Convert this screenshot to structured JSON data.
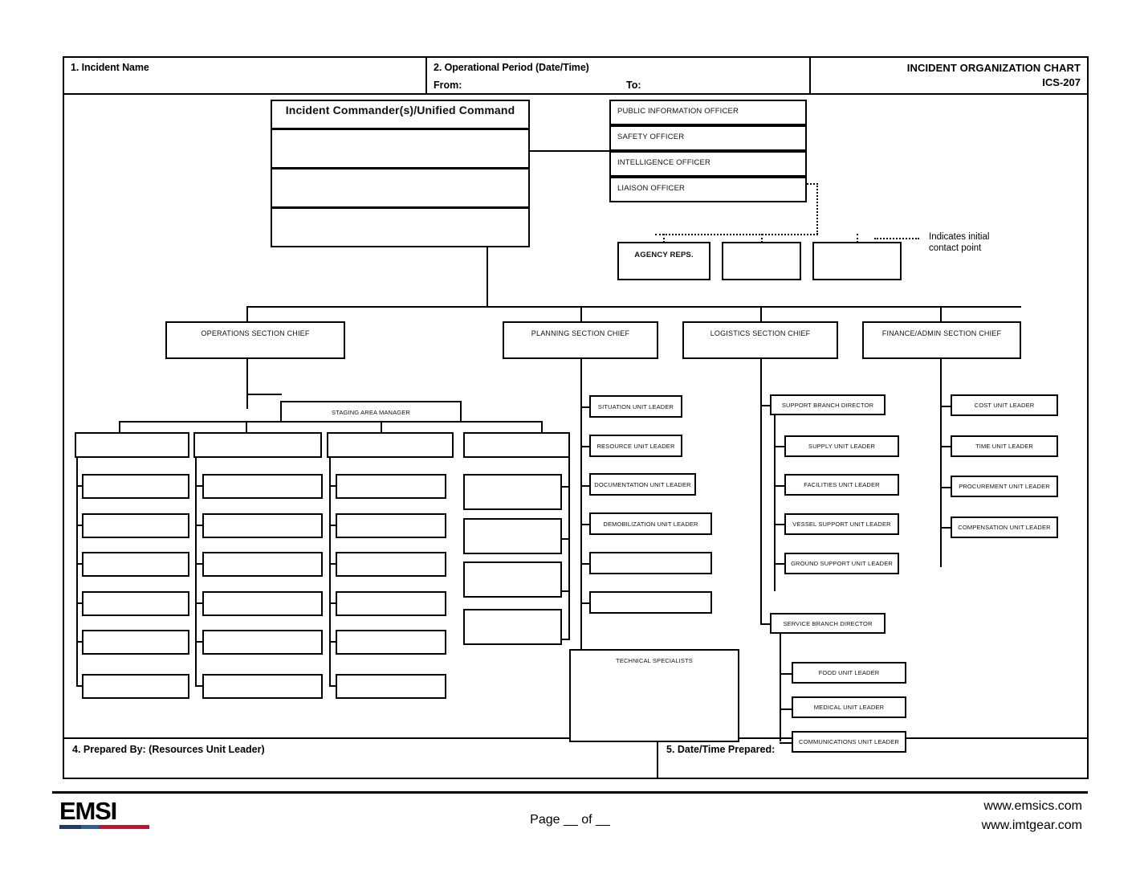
{
  "form": {
    "header": {
      "field1_label": "1.  Incident Name",
      "field2_label": "2. Operational Period (Date/Time)",
      "from_label": "From:",
      "to_label": "To:",
      "title": "INCIDENT ORGANIZATION CHART",
      "form_number": "ICS-207"
    },
    "footer": {
      "field4_label": "4.  Prepared By: (Resources Unit Leader)",
      "field5_label": "5.  Date/Time Prepared:"
    },
    "page_footer": {
      "logo_text": "EMSI",
      "logo_bar_colors": [
        "#1f3a66",
        "#2e5f9e",
        "#c8102e",
        "#c8102e"
      ],
      "page_text": "Page __ of __",
      "site1": "www.emsics.com",
      "site2": "www.imtgear.com"
    }
  },
  "chart": {
    "legend": {
      "text": "Indicates initial\ncontact point"
    },
    "command": {
      "title": "Incident Commander(s)/Unified Command",
      "blank_rows": 3
    },
    "command_staff": [
      {
        "label": "PUBLIC INFORMATION OFFICER"
      },
      {
        "label": "SAFETY OFFICER"
      },
      {
        "label": "INTELLIGENCE OFFICER"
      },
      {
        "label": "LIAISON OFFICER"
      }
    ],
    "agency_reps": [
      {
        "label": "AGENCY REPS."
      },
      {
        "label": ""
      },
      {
        "label": ""
      }
    ],
    "sections": [
      {
        "label": "OPERATIONS SECTION CHIEF"
      },
      {
        "label": "PLANNING SECTION CHIEF"
      },
      {
        "label": "LOGISTICS SECTION CHIEF"
      },
      {
        "label": "FINANCE/ADMIN SECTION CHIEF"
      }
    ],
    "operations": {
      "staging": "STAGING AREA MANAGER",
      "branch_headers": [
        "",
        "",
        "",
        ""
      ],
      "col1": [
        "",
        "",
        "",
        "",
        "",
        ""
      ],
      "col2": [
        "",
        "",
        "",
        "",
        "",
        ""
      ],
      "col3": [
        "",
        "",
        "",
        "",
        "",
        ""
      ],
      "col4": [
        "",
        "",
        "",
        "",
        ""
      ]
    },
    "planning": {
      "units": [
        {
          "label": "SITUATION UNIT LEADER"
        },
        {
          "label": "RESOURCE  UNIT LEADER"
        },
        {
          "label": "DOCUMENTATION UNIT LEADER"
        },
        {
          "label": "DEMOBILIZATION UNIT LEADER"
        },
        {
          "label": ""
        },
        {
          "label": ""
        }
      ],
      "tech_specialists": "TECHNICAL SPECIALISTS"
    },
    "logistics": {
      "support_branch": "SUPPORT BRANCH DIRECTOR",
      "support_units": [
        {
          "label": "SUPPLY  UNIT LEADER"
        },
        {
          "label": "FACILITIES UNIT LEADER"
        },
        {
          "label": "VESSEL SUPPORT UNIT LEADER"
        },
        {
          "label": "GROUND SUPPORT UNIT LEADER"
        }
      ],
      "service_branch": "SERVICE BRANCH DIRECTOR",
      "service_units": [
        {
          "label": "FOOD UNIT LEADER"
        },
        {
          "label": "MEDICAL UNIT LEADER"
        },
        {
          "label": "COMMUNICATIONS UNIT LEADER"
        }
      ]
    },
    "finance": {
      "units": [
        {
          "label": "COST UNIT LEADER"
        },
        {
          "label": "TIME UNIT LEADER"
        },
        {
          "label": "PROCUREMENT UNIT LEADER"
        },
        {
          "label": "COMPENSATION UNIT LEADER"
        }
      ]
    }
  }
}
